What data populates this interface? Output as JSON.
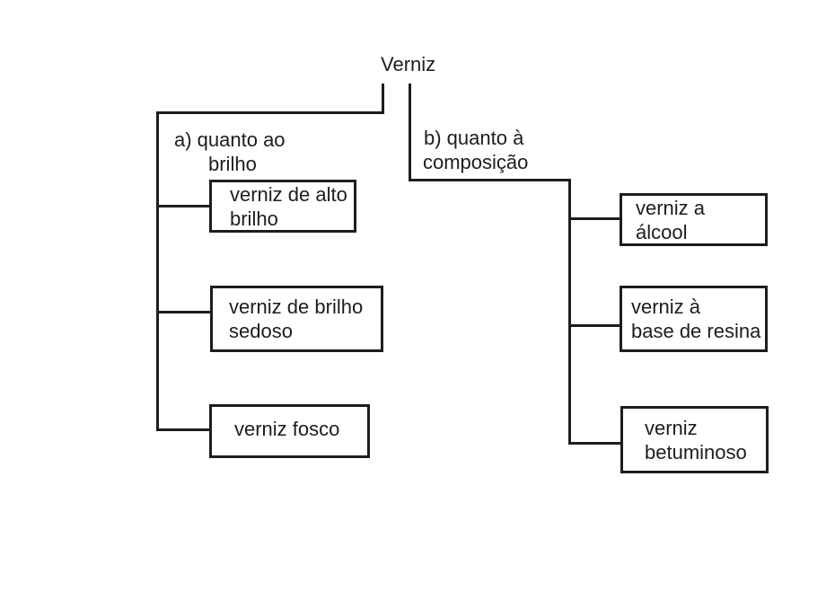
{
  "diagram": {
    "type": "tree",
    "title": "Verniz",
    "colors": {
      "line": "#1d1d1d",
      "background": "#ffffff",
      "text": "#1d1d1d"
    },
    "branch_a": {
      "label_line1": "a) quanto ao",
      "label_line2": "brilho",
      "nodes": [
        {
          "line1": "verniz de alto",
          "line2": "brilho"
        },
        {
          "line1": "verniz de brilho",
          "line2": "sedoso"
        },
        {
          "line1": "verniz fosco",
          "line2": ""
        }
      ]
    },
    "branch_b": {
      "label_line1": "b) quanto à",
      "label_line2": "composição",
      "nodes": [
        {
          "line1": "verniz a",
          "line2": "álcool"
        },
        {
          "line1": "verniz à",
          "line2": "base de resina"
        },
        {
          "line1": "verniz",
          "line2": "betuminoso"
        }
      ]
    }
  }
}
